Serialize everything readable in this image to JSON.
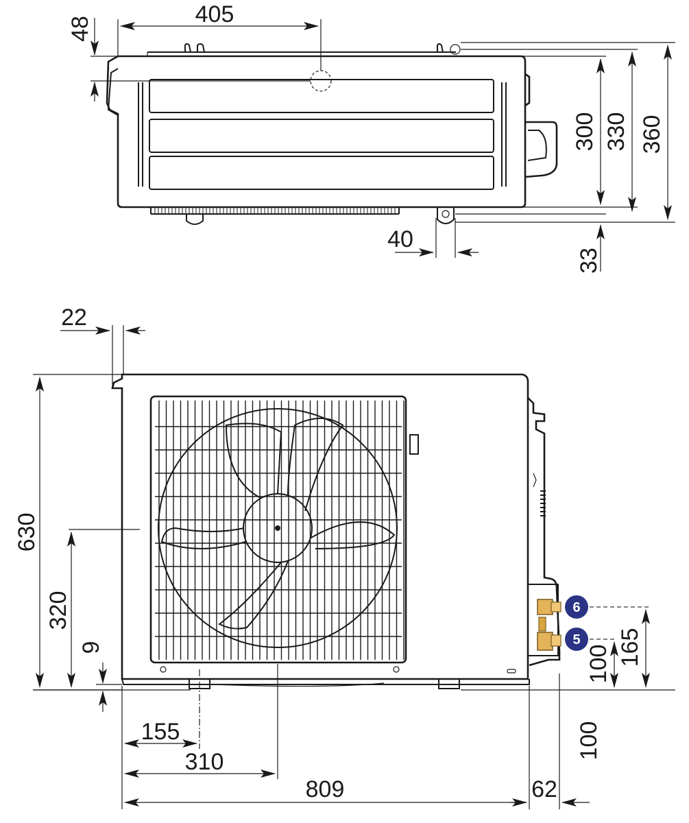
{
  "top_view": {
    "dims": {
      "width_405": "405",
      "offset_48": "48",
      "depth_300": "300",
      "depth_330": "330",
      "depth_360": "360",
      "foot_40": "40",
      "offset_33": "33"
    }
  },
  "front_view": {
    "dims": {
      "overhang_22": "22",
      "height_630": "630",
      "height_320": "320",
      "base_9": "9",
      "offset_155": "155",
      "offset_310": "310",
      "width_809": "809",
      "side_62": "62",
      "clear_100_v": "100",
      "port_100": "100",
      "port_165": "165"
    },
    "badges": {
      "upper": "6",
      "lower": "5"
    }
  },
  "colors": {
    "line": "#1a1a1a",
    "badge": "#2a3384",
    "valve": "#d9a441"
  }
}
